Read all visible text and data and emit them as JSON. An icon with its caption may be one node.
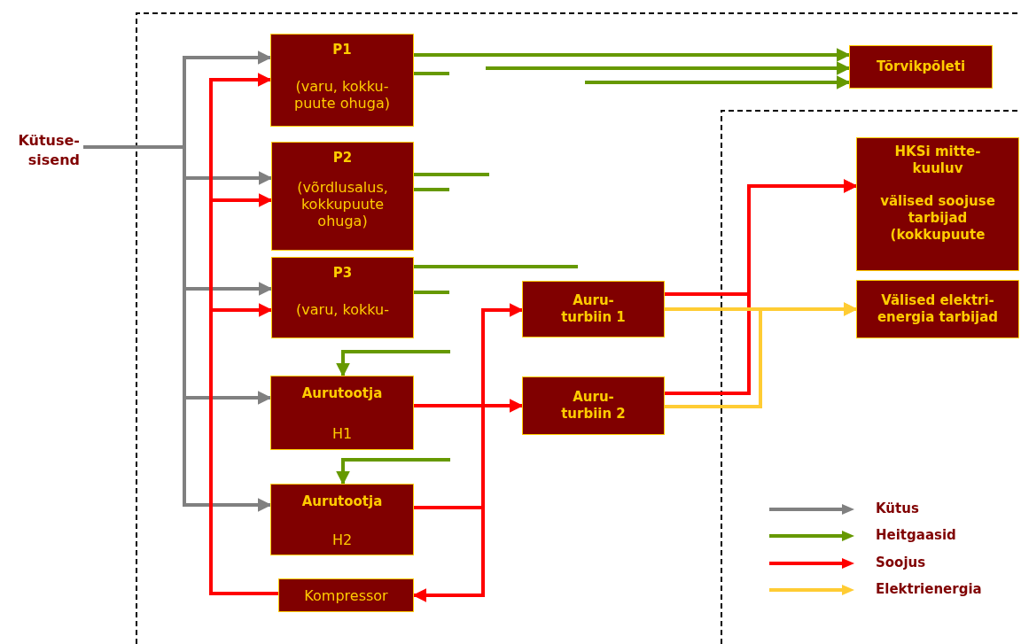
{
  "diagram": {
    "nodes": [
      {
        "text": [
          "Kütuse- sisend"
        ]
      },
      {
        "text": [
          "P1",
          "(varu, kokku- puute ohuga)"
        ]
      },
      {
        "text": [
          "P2",
          "(võrdlusalus, kokkupuute ohuga)"
        ]
      },
      {
        "text": [
          "P3",
          "(varu, kokku-"
        ]
      },
      {
        "text": [
          "Aurutootja",
          "H1"
        ]
      },
      {
        "text": [
          "Aurutootja",
          "H2"
        ]
      },
      {
        "text": [
          "Kompressor"
        ]
      },
      {
        "text": [
          "Auru- turbiin 1"
        ]
      },
      {
        "text": [
          "Auru- turbiin 2"
        ]
      },
      {
        "text": [
          "Tõrvikpõleti"
        ]
      },
      {
        "text": [
          "HKSi mitte- kuuluv",
          "välised soojuse tarbijad (kokkupuute"
        ]
      },
      {
        "text": [
          "Välised elektri- energia tarbijad"
        ]
      }
    ],
    "edges": [
      {
        "from": 0,
        "to": 1,
        "arrow": "to",
        "color": "#808080"
      },
      {
        "from": 0,
        "to": 2,
        "arrow": "to",
        "color": "#808080"
      },
      {
        "from": 0,
        "to": 3,
        "arrow": "to",
        "color": "#808080"
      },
      {
        "from": 0,
        "to": 4,
        "arrow": "to",
        "color": "#808080"
      },
      {
        "from": 0,
        "to": 5,
        "arrow": "to",
        "color": "#808080"
      },
      {
        "from": 6,
        "to": 1,
        "arrow": "to",
        "color": "#ff0000"
      },
      {
        "from": 6,
        "to": 2,
        "arrow": "to",
        "color": "#ff0000"
      },
      {
        "from": 6,
        "to": 3,
        "arrow": "to",
        "color": "#ff0000"
      },
      {
        "from": 4,
        "to": 8,
        "arrow": "to",
        "color": "#ff0000"
      },
      {
        "from": 5,
        "to": 7,
        "arrow": "to",
        "color": "#ff0000"
      },
      {
        "from": 5,
        "to": 6,
        "arrow": "to",
        "color": "#ff0000"
      },
      {
        "from": 7,
        "to": 10,
        "arrow": "to",
        "color": "#ff0000"
      },
      {
        "from": 8,
        "to": 10,
        "arrow": "to",
        "color": "#ff0000"
      },
      {
        "from": 7,
        "to": 11,
        "arrow": "to",
        "color": "#ffcc33"
      },
      {
        "from": 8,
        "to": 11,
        "arrow": "to",
        "color": "#ffcc33"
      },
      {
        "from": 1,
        "to": 9,
        "arrow": "to"
      },
      {
        "from": null,
        "to": 9,
        "arrow": "to"
      },
      {
        "from": null,
        "to": 9,
        "arrow": "to"
      },
      {
        "from": 1,
        "to": null,
        "arrow": "none"
      },
      {
        "from": 2,
        "to": null,
        "arrow": "none"
      },
      {
        "from": 2,
        "to": null,
        "arrow": "none"
      },
      {
        "from": 3,
        "to": null,
        "arrow": "none"
      },
      {
        "from": 3,
        "to": null,
        "arrow": "none"
      },
      {
        "from": null,
        "to": 4,
        "arrow": "to"
      },
      {
        "from": null,
        "to": 5,
        "arrow": "to"
      }
    ],
    "legend": [
      {
        "text": "Kütus",
        "color": "#808080"
      },
      {
        "text": "Heitgaasid",
        "color": "#669900"
      },
      {
        "text": "Soojus",
        "color": "#ff0000"
      },
      {
        "text": "Elektrienergia",
        "color": "#ffcc33"
      }
    ]
  }
}
